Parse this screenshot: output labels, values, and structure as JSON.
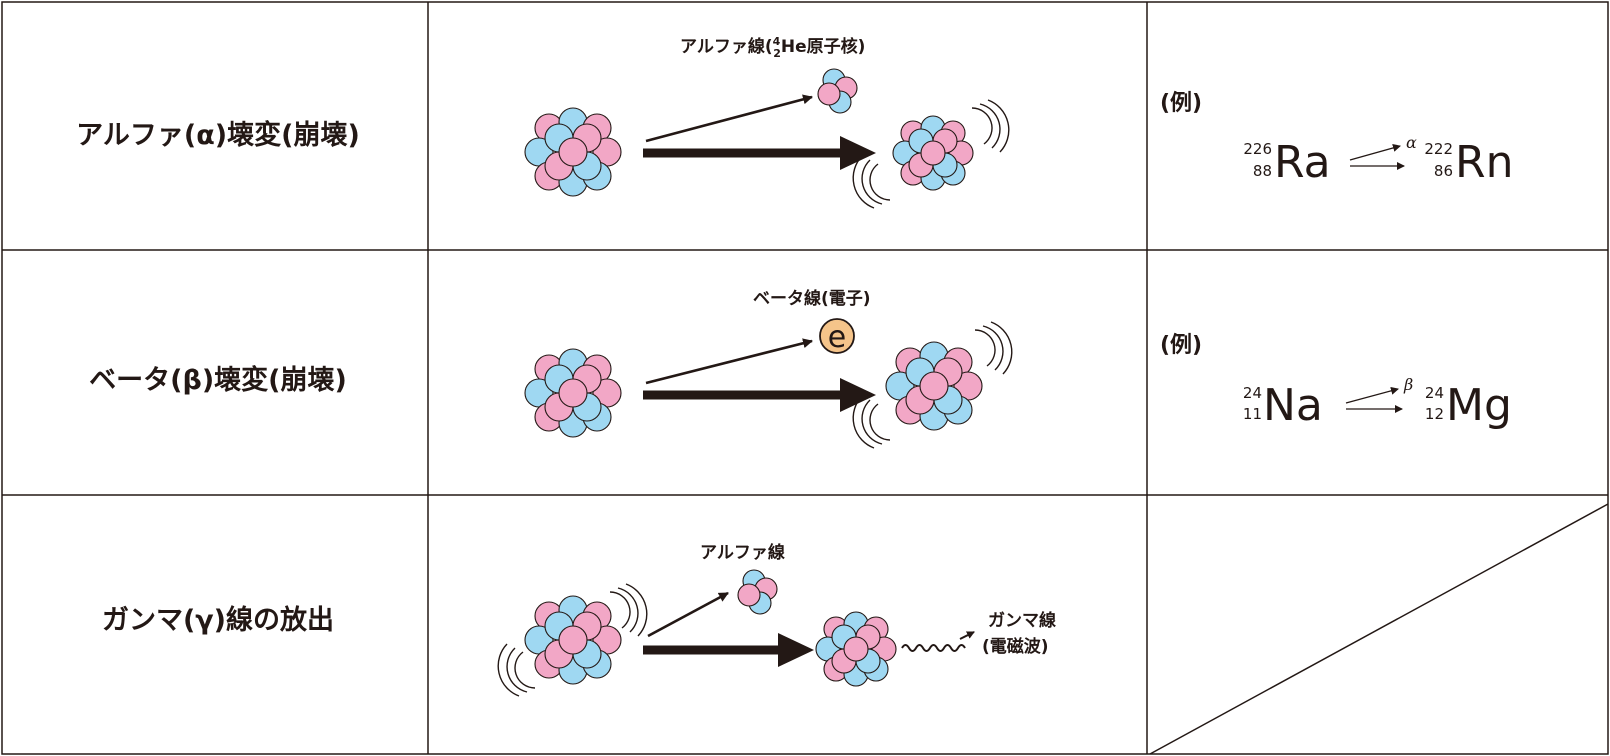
{
  "rows": [
    {
      "name": "アルファ(α)壊変(崩壊)",
      "emission_label": "アルファ線(",
      "emission_iso_top": "4",
      "emission_iso_bottom": "2",
      "emission_label_tail": "He原子核)",
      "example_label": "(例)",
      "example": {
        "parent_mass": "226",
        "parent_number": "88",
        "parent_symbol": "Ra",
        "particle": "α",
        "daughter_mass": "222",
        "daughter_number": "86",
        "daughter_symbol": "Rn"
      }
    },
    {
      "name": "ベータ(β)壊変(崩壊)",
      "emission_label": "ベータ線(電子)",
      "electron_symbol": "e",
      "example_label": "(例)",
      "example": {
        "parent_mass": "24",
        "parent_number": "11",
        "parent_symbol": "Na",
        "particle": "β",
        "daughter_mass": "24",
        "daughter_number": "12",
        "daughter_symbol": "Mg"
      }
    },
    {
      "name": "ガンマ(γ)線の放出",
      "emission_label": "アルファ線",
      "gamma_label_line1": "ガンマ線",
      "gamma_label_line2": "(電磁波)"
    }
  ],
  "colors": {
    "proton": "#f2a7c6",
    "neutron": "#9fd8f2",
    "electron": "#f5c48a",
    "ink": "#231815"
  },
  "icons": [
    "nucleus-icon",
    "alpha-particle-icon",
    "electron-icon",
    "vibration-icon",
    "gamma-wave-icon"
  ]
}
